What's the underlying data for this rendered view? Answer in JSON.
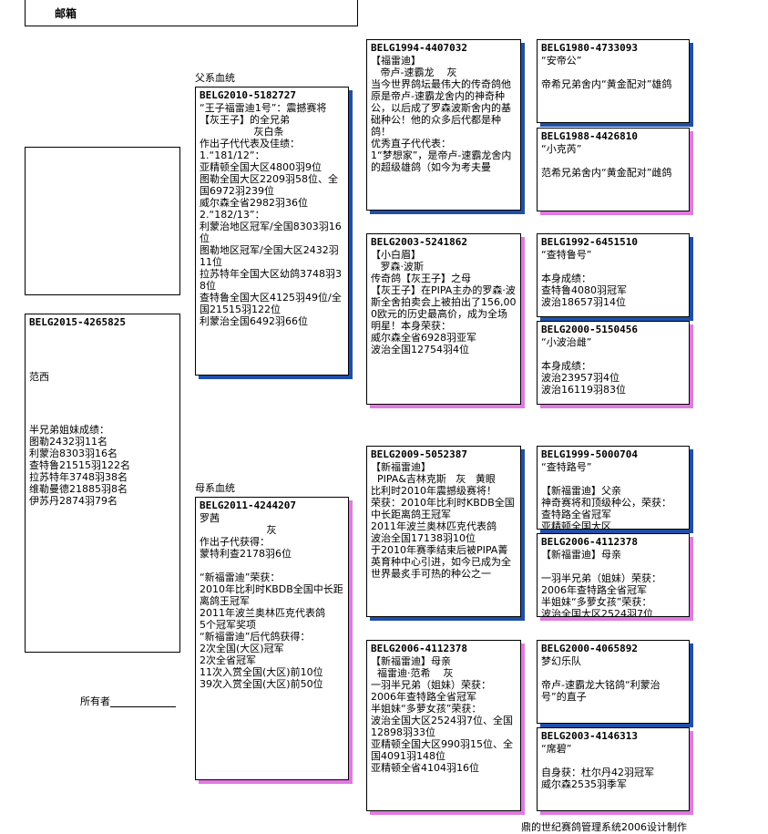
{
  "header": {
    "field_label": "邮箱"
  },
  "subject": {
    "id": "BELG2015-4265825",
    "name": "范西",
    "text": "半兄弟姐妹成绩：\n图勒2432羽11名\n利蒙治8303羽16名\n查特鲁21515羽122名\n拉苏特年3748羽38名\n维勒曼德21885羽8名\n伊苏丹2874羽79名"
  },
  "owner_label": "所有者",
  "father_label": "父系血统",
  "mother_label": "母系血统",
  "father": {
    "id": "BELG2010-5182727",
    "text": "“王子福雷迪1号”：震撼赛将【灰王子】的全兄弟\n                 灰白条\n作出子代代表及佳绩：\n1.“181/12”：\n亚精顿全国大区4800羽9位\n图勒全国大区2209羽58位、全国6972羽239位\n威尔森全省2982羽36位\n2.“182/13”：\n利蒙治地区冠军/全国8303羽16位\n图勒地区冠军/全国大区2432羽11位\n拉苏特年全国大区幼鸽3748羽38位\n查特鲁全国大区4125羽49位/全国21515羽122位\n利蒙治全国6492羽66位"
  },
  "mother": {
    "id": "BELG2011-4244207",
    "text": "罗茜\n                     灰\n作出子代获得：\n蒙特利查2178羽6位\n\n“新福雷迪”荣获：\n2010年比利时KBDB全国中长距离鸽王冠军\n2011年波兰奥林匹克代表鸽\n5个冠军奖项\n“新福雷迪”后代鸽获得：\n2次全国(大区)冠军\n2次全省冠军\n11次入赏全国(大区)前10位\n39次入赏全国(大区)前50位"
  },
  "ff": {
    "id": "BELG1994-4407032",
    "text": "【福雷迪】\n   帝卢-速霸龙    灰\n当今世界鸽坛最伟大的传奇鸽他原是帝卢-速霸龙舍内的神奇种公，以后成了罗森波斯舍内的基础种公！他的众多后代都是种鸽！\n优秀直子代代表：\n1“梦想家”，是帝卢-速霸龙舍内的超级雄鸽（如今为考夫曼"
  },
  "fm": {
    "id": "BELG2003-5241862",
    "text": "【小白眉】\n   罗森·波斯\n传奇鸽【灰王子】之母\n【灰王子】在PIPA主办的罗森·波斯全舍拍卖会上被拍出了156,000欧元的历史最高价，成为全场明星！本身荣获：\n威尔森全省6928羽亚军\n波治全国12754羽4位"
  },
  "mf": {
    "id": "BELG2009-5052387",
    "text": "【新福雷迪】\n  PIPA&吉林克斯   灰   黄眼\n比利时2010年震撼级赛将！\n荣获：2010年比利时KBDB全国中长距离鸽王冠军\n2011年波兰奥林匹克代表鸽\n波治全国17138羽10位\n于2010年赛季结束后被PIPA菁英育种中心引进，如今已成为全世界最炙手可热的种公之一"
  },
  "mm": {
    "id": "BELG2006-4112378",
    "text": "【新福雷迪】母亲\n  福雷迪·范希    灰\n一羽半兄弟（姐妹）荣获：\n2006年查特路全省冠军\n半姐妹“多萝女孩”荣获：\n波治全国大区2524羽7位、全国12898羽33位\n亚精顿全国大区990羽15位、全国4091羽148位\n亚精顿全省4104羽16位"
  },
  "fff": {
    "id": "BELG1980-4733093",
    "text": "“安帝公”\n\n帝希兄弟舍内“黄金配对”雄鸽"
  },
  "ffm": {
    "id": "BELG1988-4426810",
    "text": "“小克芮”\n\n范希兄弟舍内“黄金配对”雌鸽"
  },
  "fmf": {
    "id": "BELG1992-6451510",
    "text": "“查特鲁号”\n\n本身成绩：\n查特鲁4080羽冠军\n波治18657羽14位"
  },
  "fmm": {
    "id": "BELG2000-5150456",
    "text": "“小波治雌”\n\n本身成绩：\n波治23957羽4位\n波治16119羽83位"
  },
  "mff": {
    "id": "BELG1999-5000704",
    "text": "“查特路号”\n\n【新福雷迪】父亲\n神奇赛将和顶级种公，荣获：\n查特路全省冠军\n亚精顿全国大区"
  },
  "mfm": {
    "id": "BELG2006-4112378",
    "text": "【新福雷迪】母亲\n\n一羽半兄弟（姐妹）荣获：\n2006年查特路全省冠军\n半姐妹“多萝女孩”荣获：\n波治全国大区2524羽7位"
  },
  "mmf": {
    "id": "BELG2000-4065892",
    "text": "梦幻乐队\n\n帝卢-速霸龙大铭鸽“利蒙治号”的直子"
  },
  "mmm": {
    "id": "BELG2003-4146313",
    "text": "“席碧”\n\n自身获：杜尔丹42羽冠军\n威尔森2535羽季军"
  },
  "footer": "鼎的世纪赛鸽管理系统2006设计制作",
  "colors": {
    "shadow_blue": "#1f4fa8",
    "shadow_pink": "#e07ae0"
  }
}
